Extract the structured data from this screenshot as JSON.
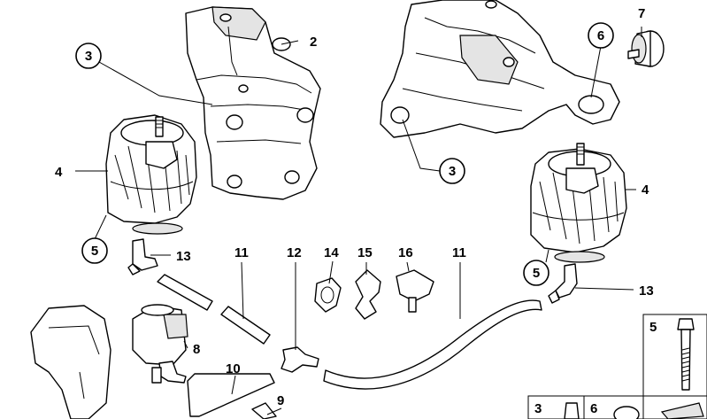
{
  "callouts": {
    "c2": "2",
    "c3_left": "3",
    "c3_right": "3",
    "c4_left": "4",
    "c4_right": "4",
    "c5_left": "5",
    "c5_right": "5",
    "c6": "6",
    "c7": "7",
    "c8": "8",
    "c9": "9",
    "c10": "10",
    "c11_left": "11",
    "c11_right": "11",
    "c12": "12",
    "c13_left": "13",
    "c13_right": "13",
    "c14": "14",
    "c15": "15",
    "c16": "16"
  },
  "inset_boxes": {
    "bolt_5": "5",
    "small_3": "3",
    "small_6": "6"
  }
}
